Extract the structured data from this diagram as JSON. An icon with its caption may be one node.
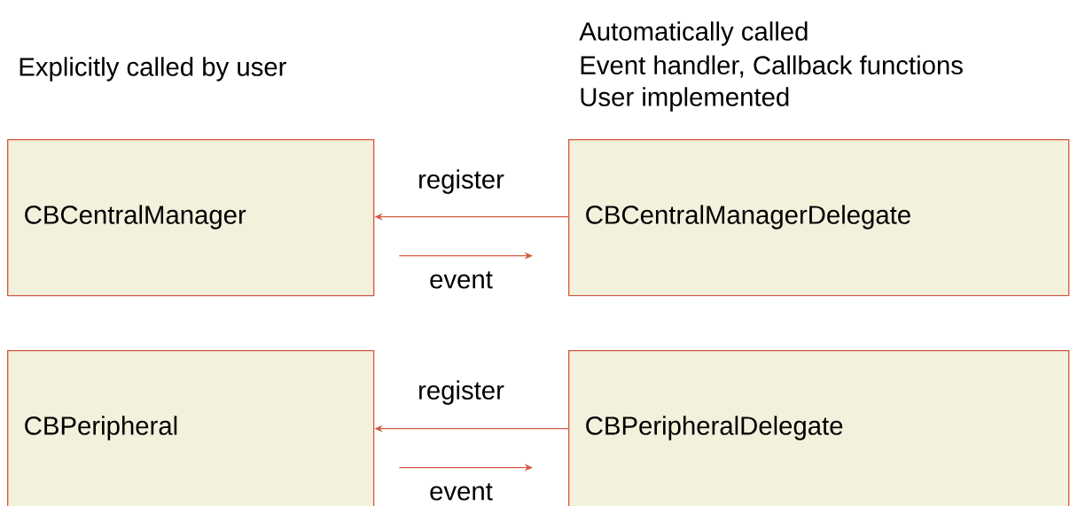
{
  "diagram": {
    "nodes": [
      {
        "text": [
          "CBCentralManager"
        ]
      },
      {
        "text": [
          "CBCentralManagerDelegate"
        ]
      },
      {
        "text": [
          "CBPeripheral"
        ]
      },
      {
        "text": [
          "CBPeripheralDelegate"
        ]
      }
    ],
    "edges": [
      {
        "from": 1,
        "to": 0,
        "arrow": "to",
        "label": "register"
      },
      {
        "from": 0,
        "to": 1,
        "arrow": "to",
        "label": "event"
      },
      {
        "from": 3,
        "to": 2,
        "arrow": "to",
        "label": "register"
      },
      {
        "from": 2,
        "to": 3,
        "arrow": "to",
        "label": "event"
      }
    ],
    "labels": [
      "Explicitly called by user",
      "Automatically called",
      "Event handler, Callback functions",
      "User implemented"
    ]
  }
}
